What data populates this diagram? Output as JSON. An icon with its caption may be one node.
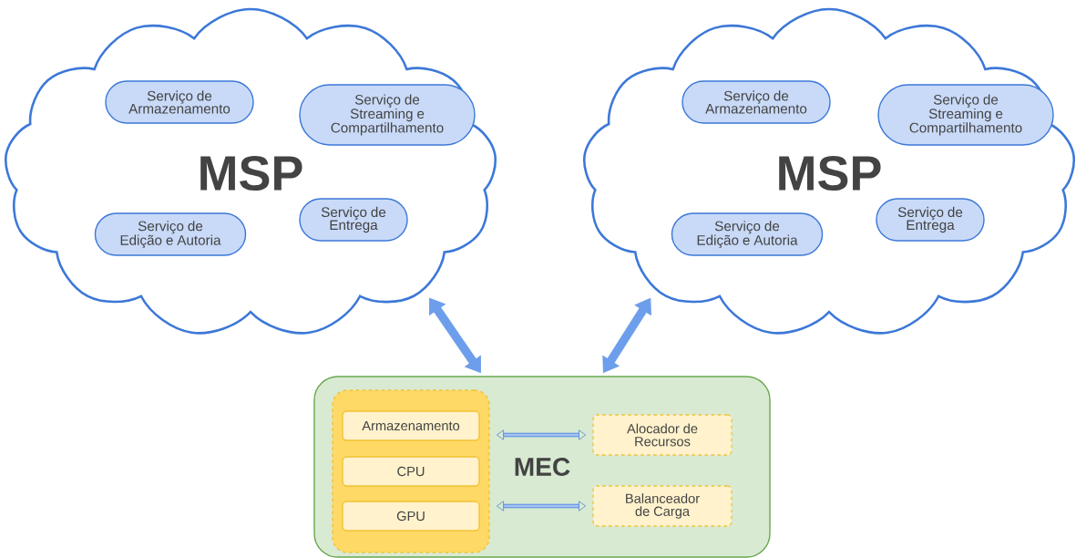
{
  "diagram": {
    "nodes": [
      {
        "text": [
          "MSP"
        ]
      },
      {
        "text": [
          "Serviço de Armazenamento"
        ],
        "in": 0
      },
      {
        "text": [
          "Serviço de Streaming e Compartilhamento"
        ],
        "in": 0
      },
      {
        "text": [
          "Serviço de Edição e Autoria"
        ],
        "in": 0
      },
      {
        "text": [
          "Serviço de Entrega"
        ],
        "in": 0
      },
      {
        "text": [
          "MSP"
        ]
      },
      {
        "text": [
          "Serviço de Armazenamento"
        ],
        "in": 5
      },
      {
        "text": [
          "Serviço de Streaming e Compartilhamento"
        ],
        "in": 5
      },
      {
        "text": [
          "Serviço de Edição e Autoria"
        ],
        "in": 5
      },
      {
        "text": [
          "Serviço de Entrega"
        ],
        "in": 5
      },
      {
        "text": [
          "MEC"
        ]
      },
      {
        "text": [],
        "shape": "box",
        "in": 10
      },
      {
        "text": [
          "Armazenamento"
        ],
        "in": 11
      },
      {
        "text": [
          "CPU"
        ],
        "in": 11
      },
      {
        "text": [
          "GPU"
        ],
        "in": 11
      },
      {
        "text": [
          "Alocador de Recursos"
        ],
        "in": 10
      },
      {
        "text": [
          "Balanceador de Carga"
        ],
        "in": 10
      }
    ],
    "edges": [
      {
        "from": 0,
        "to": 10,
        "arrow": "both",
        "style": "thick"
      },
      {
        "from": 5,
        "to": 10,
        "arrow": "both",
        "style": "thick"
      },
      {
        "from": 11,
        "to": 15,
        "arrow": "both"
      },
      {
        "from": 11,
        "to": 16,
        "arrow": "both"
      }
    ]
  }
}
